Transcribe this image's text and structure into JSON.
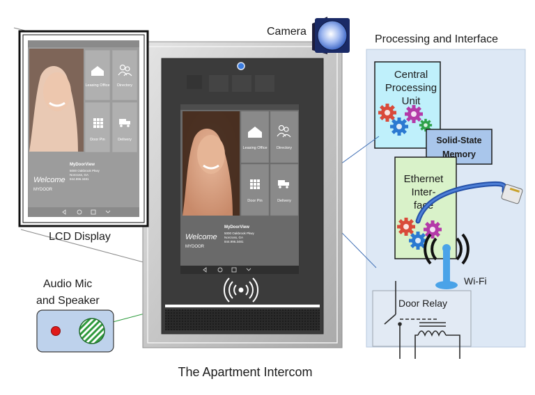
{
  "labels": {
    "camera": "Camera",
    "processing_interface": "Processing and Interface",
    "cpu_line1": "Central",
    "cpu_line2": "Processing",
    "cpu_line3": "Unit",
    "memory_line1": "Solid-State",
    "memory_line2": "Memory",
    "ethernet_line1": "Ethernet",
    "ethernet_line2": "Inter-",
    "ethernet_line3": "face",
    "wifi": "Wi-Fi",
    "door_relay": "Door Relay",
    "lcd_display": "LCD Display",
    "audio_line1": "Audio Mic",
    "audio_line2": "and Speaker",
    "caption": "The Apartment Intercom"
  },
  "screen": {
    "tiles": [
      "Leasing Office",
      "Directory",
      "Door Pin",
      "Delivery"
    ],
    "property_name": "MyDoorView",
    "address_lines": [
      "5000 Oakbrook Pkwy",
      "Norcross, GA",
      "844.996.3481"
    ],
    "welcome": "Welcome",
    "brand": "MYDOOR"
  },
  "colors": {
    "panel_bg": "#dde8f5",
    "cpu_bg": "#bff0fb",
    "memory_bg": "#a9c6eb",
    "ethernet_bg": "#d9f2c9",
    "device_bezel": "#bfbfbf",
    "device_face": "#3b3b3b"
  }
}
